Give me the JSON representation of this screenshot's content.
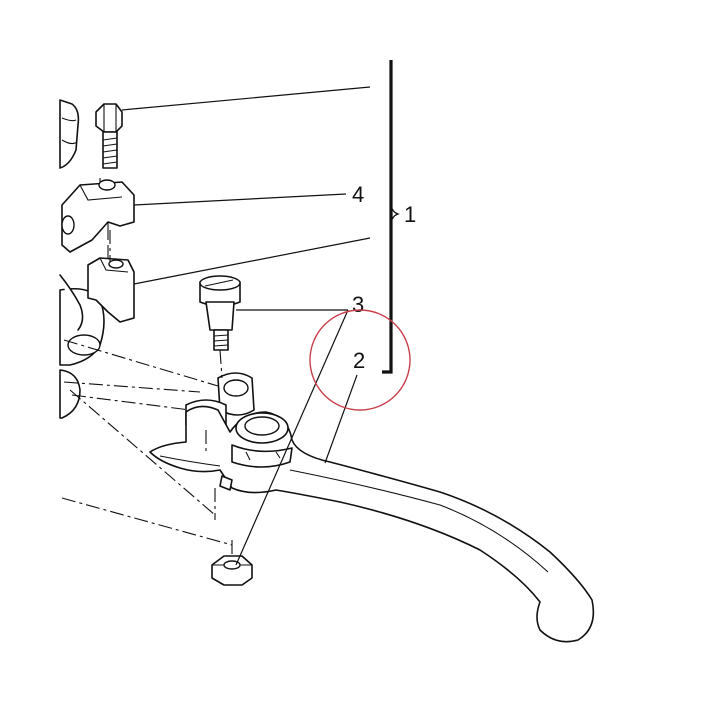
{
  "diagram": {
    "callouts": [
      {
        "id": "1",
        "label": "1"
      },
      {
        "id": "2",
        "label": "2"
      },
      {
        "id": "3",
        "label": "3"
      },
      {
        "id": "4",
        "label": "4"
      }
    ],
    "highlight": {
      "color": "#c8404a",
      "target": "2"
    },
    "colors": {
      "line": "#111111",
      "background": "#ffffff"
    }
  }
}
